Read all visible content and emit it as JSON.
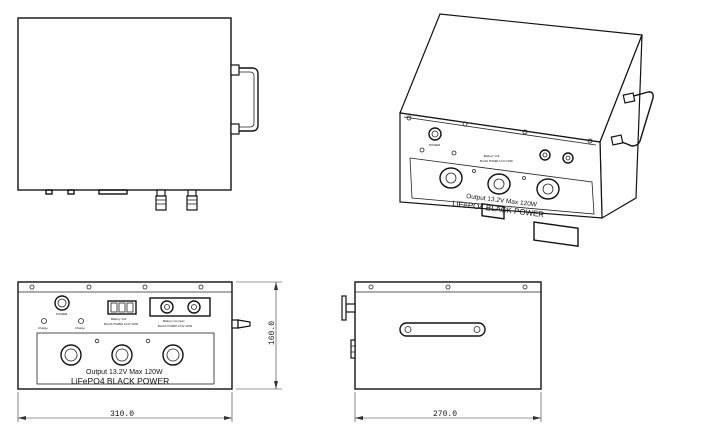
{
  "labels": {
    "output_line": "Output  13.2V  Max  120W",
    "product_line": "LiFePO4  BLACK  POWER",
    "power": "POWER",
    "battery_volt": "Battery Volt",
    "model_line": "BLACK POWER 13.2V 120W",
    "battery_connect": "Battery Connect",
    "charge": "Charge",
    "charge2": "Charge"
  },
  "dimensions": {
    "width": "310.0",
    "height": "160.0",
    "depth": "270.0"
  },
  "colors": {
    "line": "#111111",
    "background": "#ffffff"
  }
}
